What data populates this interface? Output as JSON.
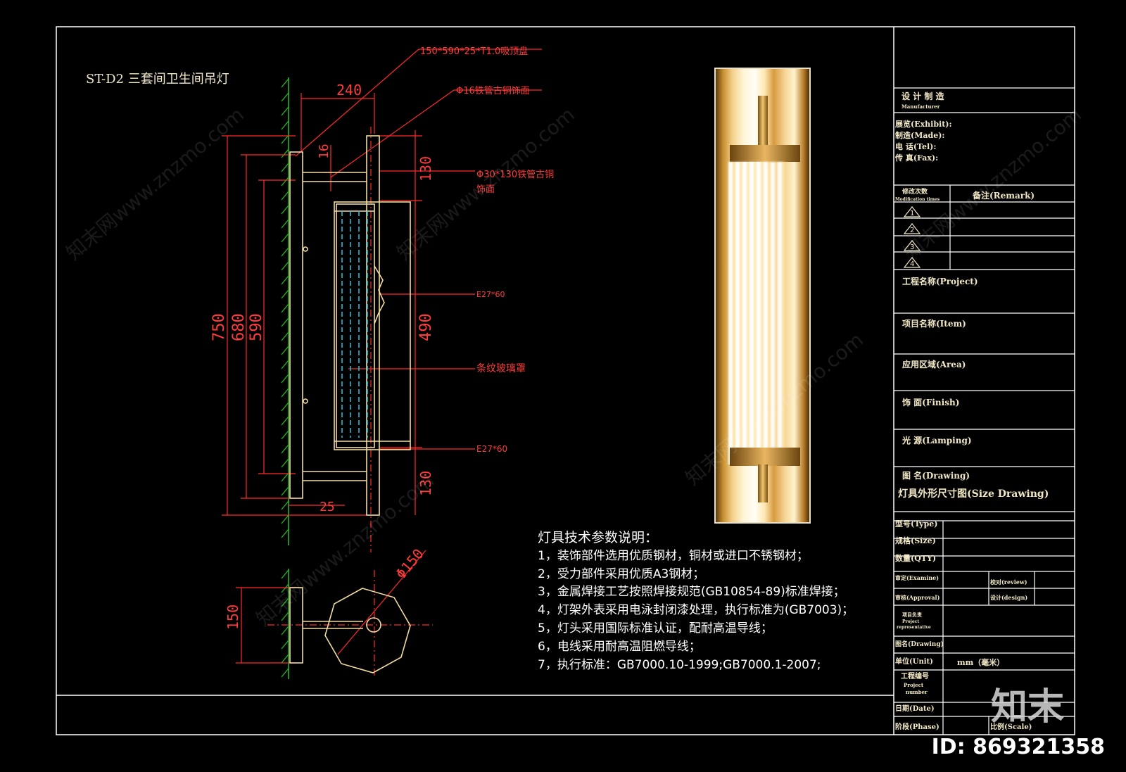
{
  "drawing": {
    "title": "ST-D2 三套间卫生间吊灯",
    "dims": {
      "d240": "240",
      "d16": "16",
      "d130_top": "130",
      "d750": "750",
      "d680": "680",
      "d590": "590",
      "d490": "490",
      "d130_bot": "130",
      "d25": "25",
      "d150": "150",
      "phi150": "Φ150"
    },
    "callouts": {
      "ceiling_plate": "150*590*25*T1.0吸顶盘",
      "tube_decor": "Φ16铁管古铜饰面",
      "pipe_decor_1": "Φ30*130铁管古铜",
      "pipe_decor_2": "饰面",
      "e27_top": "E27*60",
      "glass": "条纹玻璃罩",
      "e27_bottom": "E27*60"
    }
  },
  "notes": {
    "title": "灯具技术参数说明：",
    "lines": [
      "1，装饰部件选用优质钢材，铜材或进口不锈钢材；",
      "2，受力部件采用优质A3钢材；",
      "3，金属焊接工艺按照焊接规范(GB10854-89)标准焊接；",
      "4，灯架外表采用电泳封闭漆处理，执行标准为(GB7003)；",
      "5，灯头采用国际标准认证，配耐高温导线；",
      "6，电线采用耐高温阻燃导线；",
      "7，执行标准：GB7000.10-1999;GB7000.1-2007;"
    ]
  },
  "titleblock": {
    "designer": "设 计 制 造",
    "manufacturer": "Manufacturer",
    "exhibit": "展览(Exhibit):",
    "made": "制造(Made):",
    "tel": "电        话(Tel):",
    "fax": "传        真(Fax):",
    "rev_head": "修改次数",
    "rev_sub": "Modification times",
    "remark": "备注(Remark)",
    "rev_marks": [
      "1",
      "2",
      "3",
      "4"
    ],
    "project": "工程名称(Project)",
    "item": "项目名称(Item)",
    "area": "应用区域(Area)",
    "finish": "饰        面(Finish)",
    "lamping": "光        源(Lamping)",
    "drawing_name": "图        名(Drawing)",
    "drawing_value": "灯具外形尺寸图(Size Drawing)",
    "type": "型号(Type)",
    "size": "规格(Size)",
    "qty": "数量(QTY)",
    "examine": "审定(Examine)",
    "check": "校对(review)",
    "approval": "审核(Approval)",
    "design": "设计(design)",
    "project_rep_1": "项目负责",
    "project_rep_2": "Project",
    "project_rep_3": "representative",
    "drawing_no": "图名(Drawing)",
    "unit": "单位(Unit)",
    "unit_value": "mm（毫米）",
    "project_no_1": "工程编号",
    "project_no_2": "Project",
    "project_no_3": "number",
    "date": "日期(Date)",
    "phase": "阶段(Phase)",
    "scale": "比例(Scale)"
  },
  "footer": {
    "brand": "知末",
    "id": "ID: 869321358"
  },
  "watermark": "知末网www.znzmo.com",
  "colors": {
    "frame": "#ffffff",
    "red": "#ff2a2a",
    "wall": "#22c422",
    "object": "#f3dca0",
    "glass": "#22bcd8",
    "titleblock_text": "#f2e8c6"
  }
}
